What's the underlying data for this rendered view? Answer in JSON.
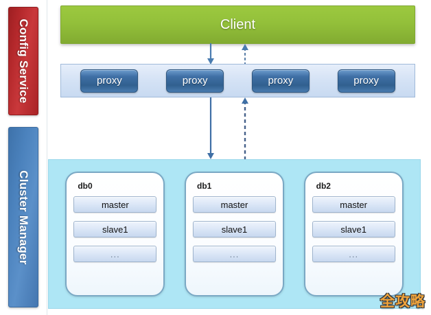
{
  "sidebar": {
    "bars": [
      {
        "name": "config-service",
        "label": "Config Service",
        "color": "#b4282b"
      },
      {
        "name": "cluster-manager",
        "label": "Cluster Manager",
        "color": "#4b82bd"
      }
    ]
  },
  "client": {
    "label": "Client",
    "color": "#93c03a"
  },
  "proxy_layer": {
    "color": "#d4e2f5",
    "nodes": [
      {
        "label": "proxy"
      },
      {
        "label": "proxy"
      },
      {
        "label": "proxy"
      },
      {
        "label": "proxy"
      }
    ]
  },
  "connections": [
    {
      "name": "client-to-proxy-request",
      "style": "solid",
      "direction": "down",
      "color": "#4a7cb0"
    },
    {
      "name": "proxy-to-client-response",
      "style": "dashed",
      "direction": "up",
      "color": "#4a7cb0"
    },
    {
      "name": "proxy-to-db-request",
      "style": "solid",
      "direction": "down",
      "color": "#3f6fa5"
    },
    {
      "name": "db-to-proxy-response",
      "style": "dashed",
      "direction": "up",
      "color": "#3f6fa5"
    }
  ],
  "db_cluster": {
    "color": "#aee6f5",
    "nodes": [
      {
        "title": "db0",
        "rows": [
          {
            "label": "master"
          },
          {
            "label": "slave1"
          },
          {
            "label": "..."
          }
        ]
      },
      {
        "title": "db1",
        "rows": [
          {
            "label": "master"
          },
          {
            "label": "slave1"
          },
          {
            "label": "..."
          }
        ]
      },
      {
        "title": "db2",
        "rows": [
          {
            "label": "master"
          },
          {
            "label": "slave1"
          },
          {
            "label": "..."
          }
        ]
      }
    ]
  },
  "watermark": {
    "text": "全攻略",
    "color": "#f0a43c"
  }
}
